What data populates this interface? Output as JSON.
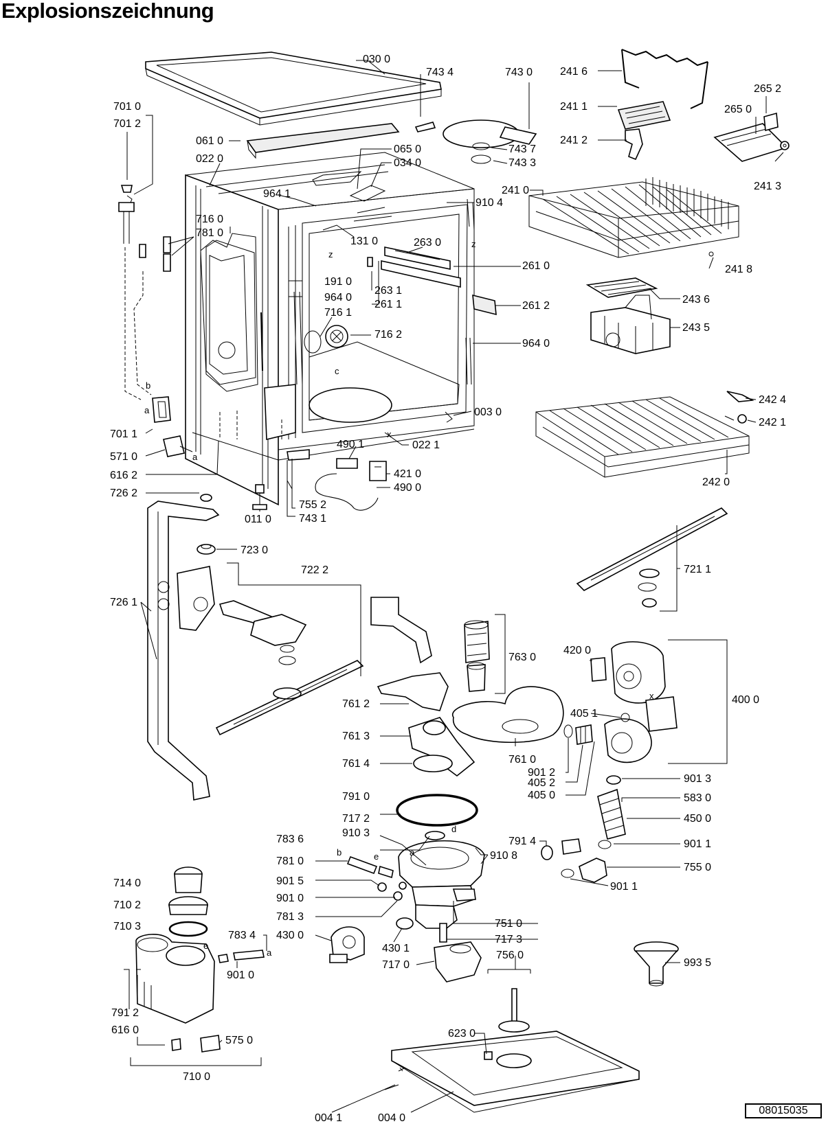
{
  "title": "Explosionszeichnung",
  "document_number": "08015035",
  "part_labels": [
    "030 0",
    "743 4",
    "743 0",
    "241 6",
    "265 2",
    "265 0",
    "241 1",
    "241 2",
    "241 3",
    "701 0",
    "701 2",
    "061 0",
    "022 0",
    "065 0",
    "034 0",
    "743 7",
    "743 3",
    "964 1",
    "910 4",
    "241 0",
    "716 0",
    "781 0",
    "131 0",
    "263 0",
    "261 0",
    "241 8",
    "191 0",
    "263 1",
    "964 0",
    "261 1",
    "261 2",
    "243 6",
    "716 1",
    "716 2",
    "243 5",
    "964 0",
    "003 0",
    "242 4",
    "242 1",
    "701 1",
    "571 0",
    "490 1",
    "022 1",
    "421 0",
    "616 2",
    "490 0",
    "242 0",
    "726 2",
    "755 2",
    "011 0",
    "743 1",
    "723 0",
    "721 1",
    "722 2",
    "726 1",
    "763 0",
    "420 0",
    "400 0",
    "761 2",
    "405 1",
    "761 3",
    "761 0",
    "761 4",
    "901 2",
    "405 2",
    "405 0",
    "901 3",
    "791 0",
    "583 0",
    "717 2",
    "450 0",
    "910 3",
    "791 4",
    "783 6",
    "910 8",
    "901 1",
    "781 0",
    "755 0",
    "714 0",
    "901 5",
    "901 1",
    "901 0",
    "710 2",
    "781 3",
    "751 0",
    "710 3",
    "783 4",
    "430 0",
    "717 3",
    "430 1",
    "756 0",
    "717 0",
    "993 5",
    "901 0",
    "791 2",
    "575 0",
    "623 0",
    "616 0",
    "710 0",
    "004 1",
    "004 0"
  ],
  "letter_markers": [
    "b",
    "a",
    "a",
    "c",
    "x",
    "z",
    "z",
    "x",
    "b",
    "d",
    "e",
    "e",
    "a",
    "a"
  ]
}
